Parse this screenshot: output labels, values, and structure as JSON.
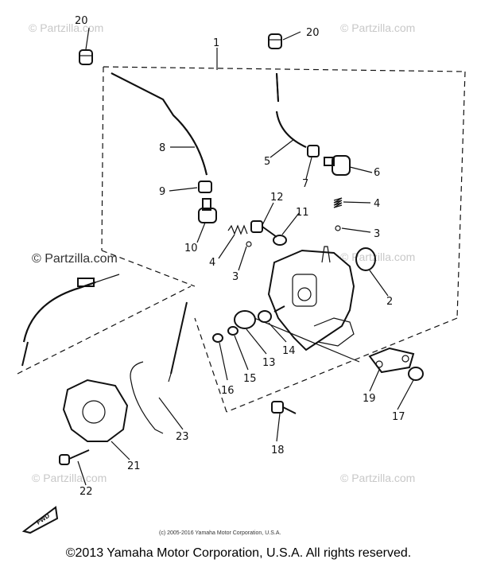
{
  "watermarks": {
    "top_left": "© Partzilla.com",
    "top_right": "© Partzilla.com",
    "mid_left": "© Partzilla.com",
    "mid_right": "© Partzilla.com",
    "bottom_left": "© Partzilla.com",
    "bottom_right": "© Partzilla.com"
  },
  "labels": {
    "p1": "1",
    "p2": "2",
    "p3a": "3",
    "p3b": "3",
    "p4a": "4",
    "p4b": "4",
    "p5": "5",
    "p6": "6",
    "p7": "7",
    "p8": "8",
    "p9": "9",
    "p10": "10",
    "p11": "11",
    "p12": "12",
    "p13": "13",
    "p14": "14",
    "p15": "15",
    "p16": "16",
    "p17": "17",
    "p18": "18",
    "p19": "19",
    "p20a": "20",
    "p20b": "20",
    "p21": "21",
    "p22": "22",
    "p23": "23"
  },
  "fwd_label": "FWD",
  "small_copyright": "(c) 2005-2016 Yamaha Motor Corporation, U.S.A.",
  "footer": "©2013 Yamaha Motor Corporation, U.S.A. All rights reserved."
}
